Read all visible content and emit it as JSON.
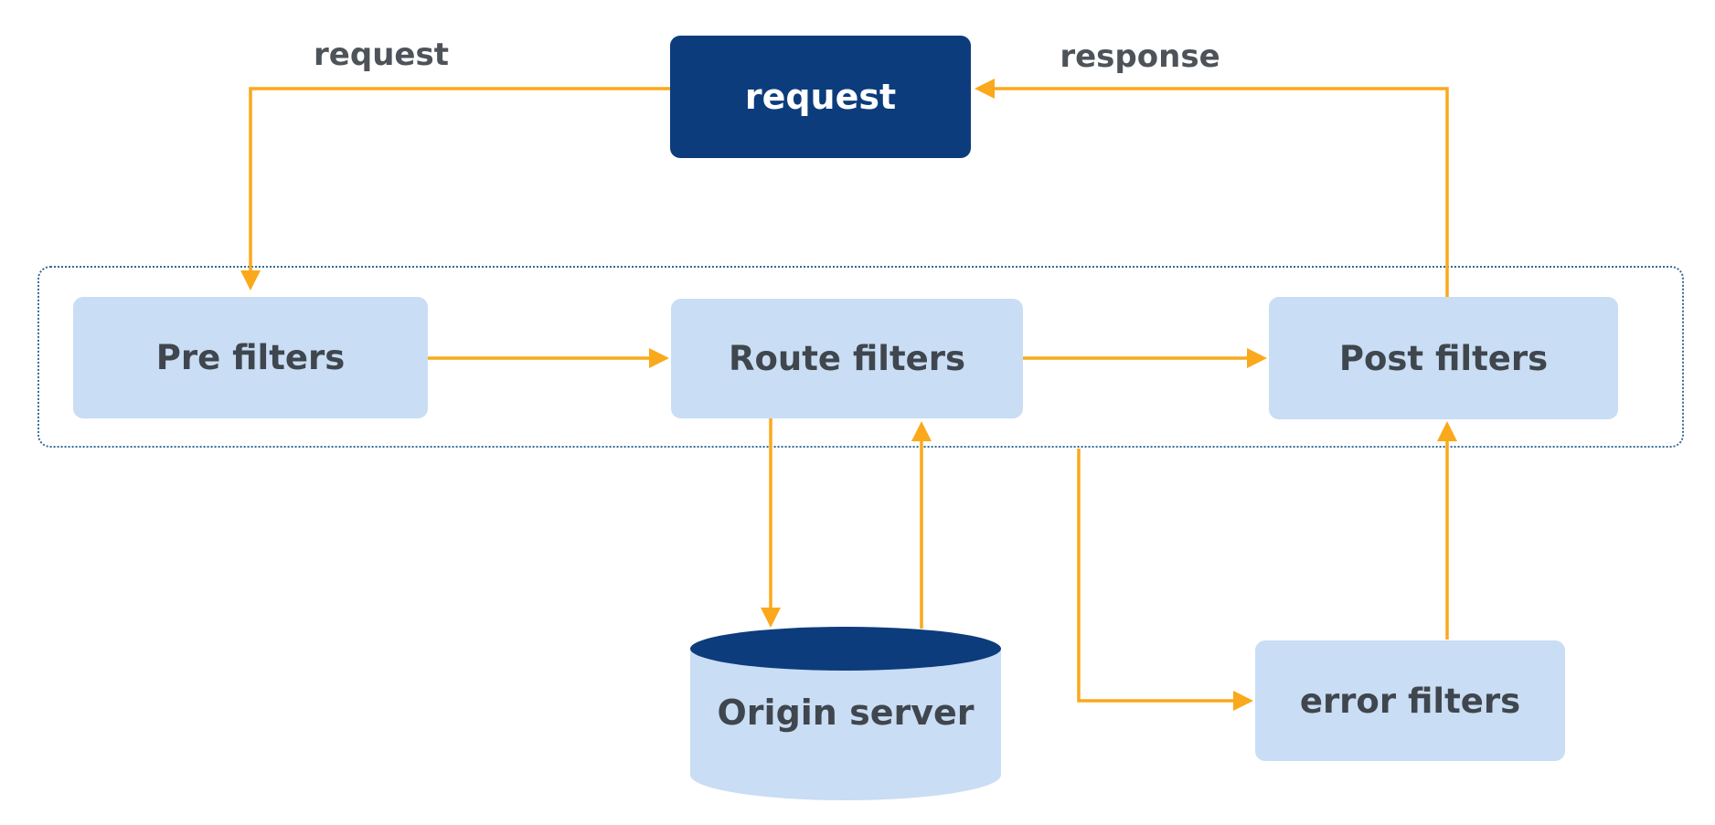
{
  "diagram": {
    "edge_labels": {
      "request": "request",
      "response": "response"
    },
    "nodes": {
      "request_box": {
        "label": "request"
      },
      "pre_filters": {
        "label": "Pre filters"
      },
      "route_filters": {
        "label": "Route filters"
      },
      "post_filters": {
        "label": "Post filters"
      },
      "error_filters": {
        "label": "error filters"
      },
      "origin_server": {
        "label": "Origin server"
      }
    },
    "edges": [
      {
        "from": "request_box",
        "to": "pre_filters",
        "label": "request"
      },
      {
        "from": "pre_filters",
        "to": "route_filters",
        "label": ""
      },
      {
        "from": "route_filters",
        "to": "post_filters",
        "label": ""
      },
      {
        "from": "route_filters",
        "to": "origin_server",
        "label": ""
      },
      {
        "from": "origin_server",
        "to": "route_filters",
        "label": ""
      },
      {
        "from": "filters_container",
        "to": "error_filters",
        "label": ""
      },
      {
        "from": "error_filters",
        "to": "post_filters",
        "label": ""
      },
      {
        "from": "post_filters",
        "to": "request_box",
        "label": "response"
      }
    ],
    "colors": {
      "navy": "#0c3c7c",
      "light_blue": "#c9ddf4",
      "arrow": "#faa91c",
      "box_text": "#3f464d",
      "label_text": "#4d5359",
      "container_border": "#356a96",
      "background": "#ffffff"
    }
  }
}
